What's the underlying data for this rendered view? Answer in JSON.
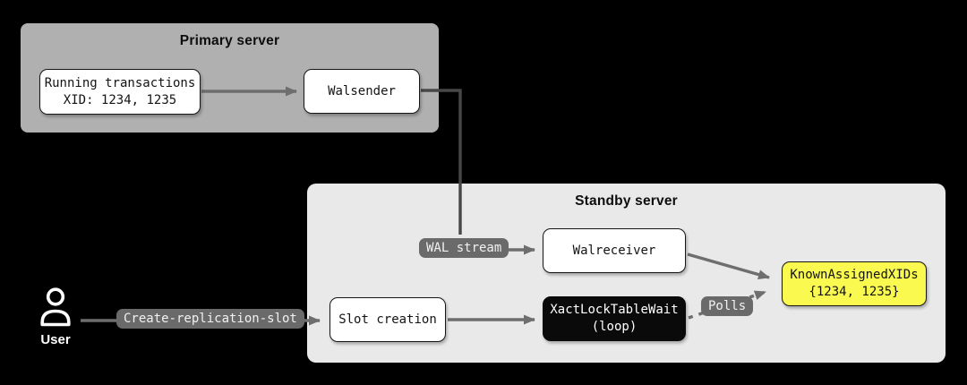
{
  "colors": {
    "background": "#000000",
    "primary_region": "#b0b0b0",
    "standby_region": "#e9e9e9",
    "node_bg": "#ffffff",
    "node_border": "#161616",
    "dark_node_bg": "#0a0a0a",
    "highlight_node_bg": "#f9f950",
    "pill_bg": "#6a6a6a",
    "pill_text": "#f1f1f1",
    "arrow": "#6e6e6e",
    "connector": "#474747"
  },
  "primary_server": {
    "title": "Primary server",
    "nodes": {
      "running_transactions": {
        "line1": "Running transactions",
        "line2": "XID: 1234, 1235"
      },
      "walsender": {
        "label": "Walsender"
      }
    }
  },
  "standby_server": {
    "title": "Standby server",
    "nodes": {
      "walreceiver": {
        "label": "Walreceiver"
      },
      "slot_creation": {
        "label": "Slot creation"
      },
      "xact_lock_table_wait": {
        "line1": "XactLockTableWait",
        "line2": "(loop)"
      },
      "known_assigned_xids": {
        "line1": "KnownAssignedXIDs",
        "line2": "{1234, 1235}"
      }
    },
    "labels": {
      "wal_stream": "WAL stream",
      "polls": "Polls"
    }
  },
  "user": {
    "label": "User"
  },
  "edge_labels": {
    "create_replication_slot": "Create-replication-slot"
  }
}
